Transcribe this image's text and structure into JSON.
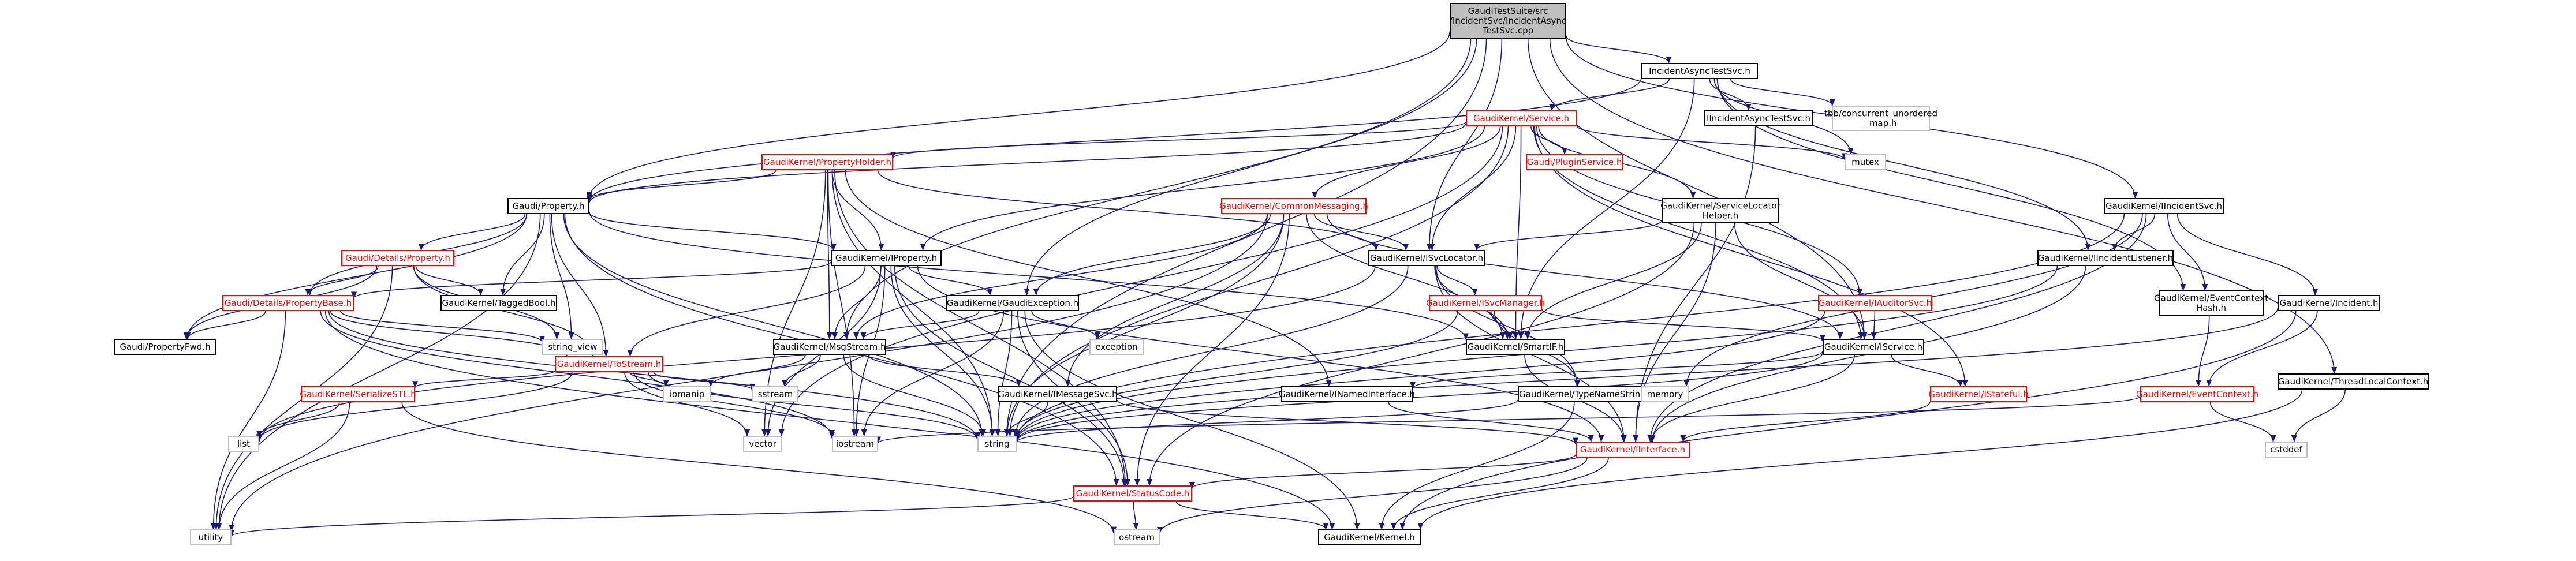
{
  "diagram": {
    "colors": {
      "edge": "#191970",
      "linked_border": "#000000",
      "missing_border": "#bfbfbf",
      "red_text": "#ff0000",
      "root_fill": "#bfbfbf",
      "text": "#000000"
    },
    "nodes": [
      {
        "id": "root",
        "lines": [
          "GaudiTestSuite/src",
          "/IncidentSvc/IncidentAsync",
          "TestSvc.cpp"
        ],
        "style": "root"
      },
      {
        "id": "iats",
        "lines": [
          "IncidentAsyncTestSvc.h"
        ],
        "style": "normal"
      },
      {
        "id": "service",
        "lines": [
          "GaudiKernel/Service.h"
        ],
        "style": "red"
      },
      {
        "id": "iiatsvc",
        "lines": [
          "IIncidentAsyncTestSvc.h"
        ],
        "style": "normal"
      },
      {
        "id": "tbb",
        "lines": [
          "tbb/concurrent_unordered",
          "_map.h"
        ],
        "style": "missing"
      },
      {
        "id": "iincsvc",
        "lines": [
          "GaudiKernel/IIncidentSvc.h"
        ],
        "style": "normal"
      },
      {
        "id": "tlc",
        "lines": [
          "GaudiKernel/ThreadLocalContext.h"
        ],
        "style": "normal"
      },
      {
        "id": "plugin",
        "lines": [
          "Gaudi/PluginService.h"
        ],
        "style": "red"
      },
      {
        "id": "mutex",
        "lines": [
          "mutex"
        ],
        "style": "missing"
      },
      {
        "id": "propholder",
        "lines": [
          "GaudiKernel/PropertyHolder.h"
        ],
        "style": "red"
      },
      {
        "id": "property",
        "lines": [
          "Gaudi/Property.h"
        ],
        "style": "normal"
      },
      {
        "id": "commonmsg",
        "lines": [
          "GaudiKernel/CommonMessaging.h"
        ],
        "style": "red"
      },
      {
        "id": "slhelper",
        "lines": [
          "GaudiKernel/ServiceLocator",
          "Helper.h"
        ],
        "style": "normal"
      },
      {
        "id": "iincl",
        "lines": [
          "GaudiKernel/IIncidentListener.h"
        ],
        "style": "normal"
      },
      {
        "id": "detprop",
        "lines": [
          "Gaudi/Details/Property.h"
        ],
        "style": "red"
      },
      {
        "id": "iproperty",
        "lines": [
          "GaudiKernel/IProperty.h"
        ],
        "style": "normal"
      },
      {
        "id": "isvcloc",
        "lines": [
          "GaudiKernel/ISvcLocator.h"
        ],
        "style": "normal"
      },
      {
        "id": "iauditor",
        "lines": [
          "GaudiKernel/IAuditorSvc.h"
        ],
        "style": "red"
      },
      {
        "id": "detpropbase",
        "lines": [
          "Gaudi/Details/PropertyBase.h"
        ],
        "style": "red"
      },
      {
        "id": "taggedbool",
        "lines": [
          "GaudiKernel/TaggedBool.h"
        ],
        "style": "normal"
      },
      {
        "id": "gexc",
        "lines": [
          "GaudiKernel/GaudiException.h"
        ],
        "style": "normal"
      },
      {
        "id": "isvcmgr",
        "lines": [
          "GaudiKernel/ISvcManager.h"
        ],
        "style": "red"
      },
      {
        "id": "evctxhash",
        "lines": [
          "GaudiKernel/EventContext",
          "Hash.h"
        ],
        "style": "normal"
      },
      {
        "id": "incident",
        "lines": [
          "GaudiKernel/Incident.h"
        ],
        "style": "normal"
      },
      {
        "id": "propfwd",
        "lines": [
          "Gaudi/PropertyFwd.h"
        ],
        "style": "normal"
      },
      {
        "id": "stringview",
        "lines": [
          "string_view"
        ],
        "style": "missing"
      },
      {
        "id": "tostream",
        "lines": [
          "GaudiKernel/ToStream.h"
        ],
        "style": "red"
      },
      {
        "id": "msgstream",
        "lines": [
          "GaudiKernel/MsgStream.h"
        ],
        "style": "normal"
      },
      {
        "id": "exception",
        "lines": [
          "exception"
        ],
        "style": "missing"
      },
      {
        "id": "smartif",
        "lines": [
          "GaudiKernel/SmartIF.h"
        ],
        "style": "normal"
      },
      {
        "id": "iservice",
        "lines": [
          "GaudiKernel/IService.h"
        ],
        "style": "normal"
      },
      {
        "id": "serstl",
        "lines": [
          "GaudiKernel/SerializeSTL.h"
        ],
        "style": "red"
      },
      {
        "id": "iomanip",
        "lines": [
          "iomanip"
        ],
        "style": "missing"
      },
      {
        "id": "sstream",
        "lines": [
          "sstream"
        ],
        "style": "missing"
      },
      {
        "id": "imsgsvc",
        "lines": [
          "GaudiKernel/IMessageSvc.h"
        ],
        "style": "normal"
      },
      {
        "id": "inamed",
        "lines": [
          "GaudiKernel/INamedInterface.h"
        ],
        "style": "normal"
      },
      {
        "id": "typename",
        "lines": [
          "GaudiKernel/TypeNameString.h"
        ],
        "style": "normal"
      },
      {
        "id": "memory",
        "lines": [
          "memory"
        ],
        "style": "missing"
      },
      {
        "id": "istateful",
        "lines": [
          "GaudiKernel/IStateful.h"
        ],
        "style": "red"
      },
      {
        "id": "evctx",
        "lines": [
          "GaudiKernel/EventContext.h"
        ],
        "style": "red"
      },
      {
        "id": "list",
        "lines": [
          "list"
        ],
        "style": "missing"
      },
      {
        "id": "vector",
        "lines": [
          "vector"
        ],
        "style": "missing"
      },
      {
        "id": "iostream",
        "lines": [
          "iostream"
        ],
        "style": "missing"
      },
      {
        "id": "string",
        "lines": [
          "string"
        ],
        "style": "missing"
      },
      {
        "id": "iinterface",
        "lines": [
          "GaudiKernel/IInterface.h"
        ],
        "style": "red"
      },
      {
        "id": "cstddef",
        "lines": [
          "cstddef"
        ],
        "style": "missing"
      },
      {
        "id": "statuscode",
        "lines": [
          "GaudiKernel/StatusCode.h"
        ],
        "style": "red"
      },
      {
        "id": "utility",
        "lines": [
          "utility"
        ],
        "style": "missing"
      },
      {
        "id": "ostream",
        "lines": [
          "ostream"
        ],
        "style": "missing"
      },
      {
        "id": "kernel",
        "lines": [
          "GaudiKernel/Kernel.h"
        ],
        "style": "normal"
      }
    ],
    "edges": [
      [
        "root",
        "iats"
      ],
      [
        "root",
        "tlc"
      ],
      [
        "root",
        "iincsvc"
      ],
      [
        "root",
        "property"
      ],
      [
        "root",
        "isvcloc"
      ],
      [
        "root",
        "iservice"
      ],
      [
        "root",
        "gexc"
      ],
      [
        "root",
        "msgstream"
      ],
      [
        "root",
        "string"
      ],
      [
        "iats",
        "service"
      ],
      [
        "iats",
        "iiatsvc"
      ],
      [
        "iats",
        "tbb"
      ],
      [
        "iats",
        "iincl"
      ],
      [
        "iats",
        "mutex"
      ],
      [
        "iats",
        "evctxhash"
      ],
      [
        "iats",
        "property"
      ],
      [
        "iats",
        "smartif"
      ],
      [
        "service",
        "plugin"
      ],
      [
        "service",
        "propholder"
      ],
      [
        "service",
        "property"
      ],
      [
        "service",
        "commonmsg"
      ],
      [
        "service",
        "slhelper"
      ],
      [
        "service",
        "iauditor"
      ],
      [
        "service",
        "iproperty"
      ],
      [
        "service",
        "isvcloc"
      ],
      [
        "service",
        "smartif"
      ],
      [
        "service",
        "iservice"
      ],
      [
        "service",
        "istateful"
      ],
      [
        "service",
        "string"
      ],
      [
        "service",
        "vector"
      ],
      [
        "service",
        "mutex"
      ],
      [
        "iiatsvc",
        "iinterface"
      ],
      [
        "iincsvc",
        "iincl"
      ],
      [
        "iincsvc",
        "incident"
      ],
      [
        "iincsvc",
        "evctxhash"
      ],
      [
        "iincsvc",
        "iinterface"
      ],
      [
        "iincsvc",
        "string"
      ],
      [
        "iincsvc",
        "memory"
      ],
      [
        "tlc",
        "cstddef"
      ],
      [
        "tlc",
        "kernel"
      ],
      [
        "propholder",
        "property"
      ],
      [
        "propholder",
        "iproperty"
      ],
      [
        "propholder",
        "isvcloc"
      ],
      [
        "propholder",
        "msgstream"
      ],
      [
        "propholder",
        "inamed"
      ],
      [
        "propholder",
        "string"
      ],
      [
        "propholder",
        "vector"
      ],
      [
        "propholder",
        "iostream"
      ],
      [
        "propholder",
        "statuscode"
      ],
      [
        "property",
        "detprop"
      ],
      [
        "property",
        "detpropbase"
      ],
      [
        "property",
        "propfwd"
      ],
      [
        "property",
        "taggedbool"
      ],
      [
        "property",
        "stringview"
      ],
      [
        "property",
        "tostream"
      ],
      [
        "property",
        "string"
      ],
      [
        "property",
        "utility"
      ],
      [
        "property",
        "iproperty"
      ],
      [
        "property",
        "smartif"
      ],
      [
        "property",
        "statuscode"
      ],
      [
        "commonmsg",
        "msgstream"
      ],
      [
        "commonmsg",
        "imsgsvc"
      ],
      [
        "commonmsg",
        "isvcloc"
      ],
      [
        "commonmsg",
        "smartif"
      ],
      [
        "commonmsg",
        "gexc"
      ],
      [
        "commonmsg",
        "iservice"
      ],
      [
        "commonmsg",
        "string"
      ],
      [
        "commonmsg",
        "utility"
      ],
      [
        "commonmsg",
        "statuscode"
      ],
      [
        "slhelper",
        "isvcloc"
      ],
      [
        "slhelper",
        "smartif"
      ],
      [
        "slhelper",
        "iservice"
      ],
      [
        "slhelper",
        "statuscode"
      ],
      [
        "slhelper",
        "iinterface"
      ],
      [
        "iincl",
        "iinterface"
      ],
      [
        "iincl",
        "string"
      ],
      [
        "detprop",
        "detpropbase"
      ],
      [
        "detprop",
        "propfwd"
      ],
      [
        "detprop",
        "taggedbool"
      ],
      [
        "detprop",
        "tostream"
      ],
      [
        "detprop",
        "utility"
      ],
      [
        "detprop",
        "stringview"
      ],
      [
        "iproperty",
        "detpropbase"
      ],
      [
        "iproperty",
        "gexc"
      ],
      [
        "iproperty",
        "iinterface"
      ],
      [
        "iproperty",
        "string"
      ],
      [
        "iproperty",
        "vector"
      ],
      [
        "iproperty",
        "iostream"
      ],
      [
        "iproperty",
        "statuscode"
      ],
      [
        "iproperty",
        "tostream"
      ],
      [
        "iproperty",
        "msgstream"
      ],
      [
        "isvcloc",
        "isvcmgr"
      ],
      [
        "isvcloc",
        "smartif"
      ],
      [
        "isvcloc",
        "typename"
      ],
      [
        "isvcloc",
        "iinterface"
      ],
      [
        "isvcloc",
        "string"
      ],
      [
        "isvcloc",
        "list"
      ],
      [
        "iauditor",
        "iservice"
      ],
      [
        "iauditor",
        "string"
      ],
      [
        "detpropbase",
        "propfwd"
      ],
      [
        "detpropbase",
        "tostream"
      ],
      [
        "detpropbase",
        "stringview"
      ],
      [
        "detpropbase",
        "string"
      ],
      [
        "detpropbase",
        "iostream"
      ],
      [
        "detpropbase",
        "utility"
      ],
      [
        "detpropbase",
        "kernel"
      ],
      [
        "gexc",
        "msgstream"
      ],
      [
        "gexc",
        "exception"
      ],
      [
        "gexc",
        "statuscode"
      ],
      [
        "gexc",
        "string"
      ],
      [
        "gexc",
        "iostream"
      ],
      [
        "gexc",
        "kernel"
      ],
      [
        "isvcmgr",
        "iservice"
      ],
      [
        "isvcmgr",
        "smartif"
      ],
      [
        "isvcmgr",
        "typename"
      ],
      [
        "isvcmgr",
        "string"
      ],
      [
        "evctxhash",
        "evctx"
      ],
      [
        "incident",
        "evctx"
      ],
      [
        "incident",
        "string"
      ],
      [
        "incident",
        "kernel"
      ],
      [
        "tostream",
        "serstl"
      ],
      [
        "tostream",
        "iomanip"
      ],
      [
        "tostream",
        "sstream"
      ],
      [
        "tostream",
        "string"
      ],
      [
        "tostream",
        "vector"
      ],
      [
        "tostream",
        "list"
      ],
      [
        "tostream",
        "iostream"
      ],
      [
        "msgstream",
        "imsgsvc"
      ],
      [
        "msgstream",
        "string"
      ],
      [
        "msgstream",
        "iomanip"
      ],
      [
        "msgstream",
        "sstream"
      ],
      [
        "smartif",
        "iinterface"
      ],
      [
        "iservice",
        "inamed"
      ],
      [
        "iservice",
        "istateful"
      ],
      [
        "iservice",
        "iinterface"
      ],
      [
        "iservice",
        "string"
      ],
      [
        "serstl",
        "list"
      ],
      [
        "serstl",
        "utility"
      ],
      [
        "serstl",
        "ostream"
      ],
      [
        "imsgsvc",
        "iinterface"
      ],
      [
        "imsgsvc",
        "string"
      ],
      [
        "inamed",
        "iinterface"
      ],
      [
        "typename",
        "string"
      ],
      [
        "typename",
        "kernel"
      ],
      [
        "istateful",
        "iinterface"
      ],
      [
        "evctx",
        "cstddef"
      ],
      [
        "evctx",
        "iostream"
      ],
      [
        "iinterface",
        "statuscode"
      ],
      [
        "iinterface",
        "kernel"
      ],
      [
        "iinterface",
        "ostream"
      ],
      [
        "statuscode",
        "ostream"
      ],
      [
        "statuscode",
        "utility"
      ],
      [
        "statuscode",
        "kernel"
      ]
    ]
  }
}
